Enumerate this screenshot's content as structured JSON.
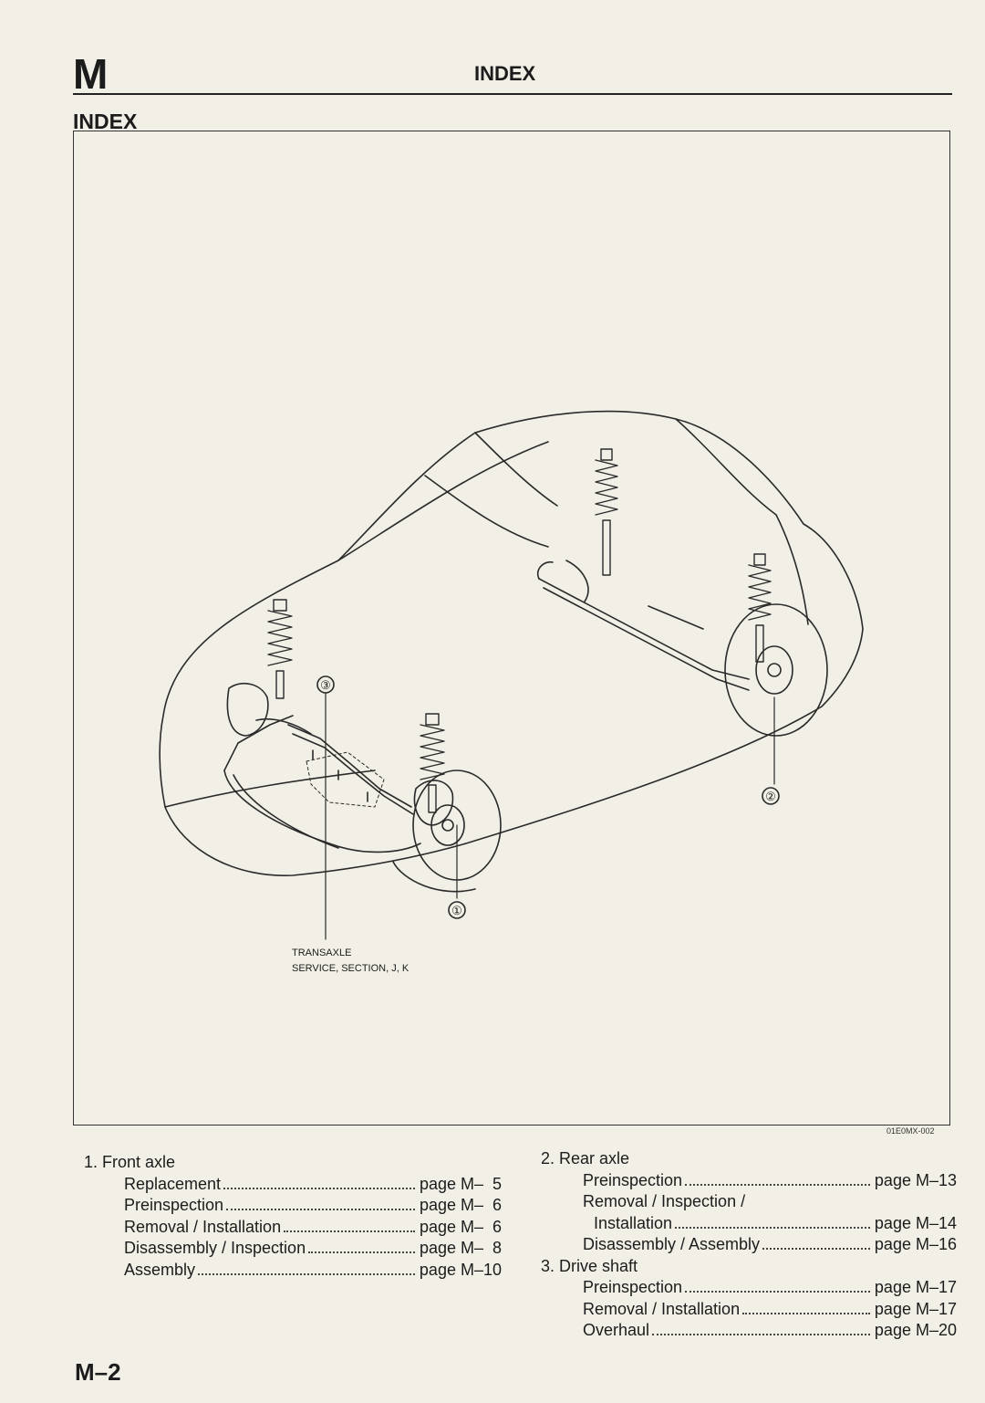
{
  "header": {
    "section_letter": "M",
    "title": "INDEX"
  },
  "section_title": "INDEX",
  "figure": {
    "code": "01E0MX-002",
    "callouts": [
      "TRANSAXLE",
      "SERVICE, SECTION, J, K"
    ],
    "markers": [
      "①",
      "②",
      "③"
    ]
  },
  "index": {
    "left": [
      {
        "heading": "1. Front axle",
        "entries": [
          {
            "label": "Replacement",
            "page": "page M–  5"
          },
          {
            "label": "Preinspection",
            "page": "page M–  6"
          },
          {
            "label": "Removal / Installation",
            "page": "page M–  6"
          },
          {
            "label": "Disassembly / Inspection",
            "page": "page M–  8"
          },
          {
            "label": "Assembly",
            "page": "page M–10"
          }
        ]
      }
    ],
    "right": [
      {
        "heading": "2. Rear axle",
        "entries": [
          {
            "label": "Preinspection",
            "page": "page M–13"
          },
          {
            "label": "Removal / Inspection /",
            "page": ""
          },
          {
            "label": "Installation",
            "page": "page M–14"
          },
          {
            "label": "Disassembly / Assembly",
            "page": "page M–16"
          }
        ]
      },
      {
        "heading": "3. Drive shaft",
        "entries": [
          {
            "label": "Preinspection",
            "page": "page M–17"
          },
          {
            "label": "Removal / Installation",
            "page": "page M–17"
          },
          {
            "label": "Overhaul",
            "page": "page M–20"
          }
        ]
      }
    ]
  },
  "footer": {
    "page_number": "M–2"
  },
  "colors": {
    "paper": "#f2efe6",
    "ink": "#1c1c1c"
  }
}
